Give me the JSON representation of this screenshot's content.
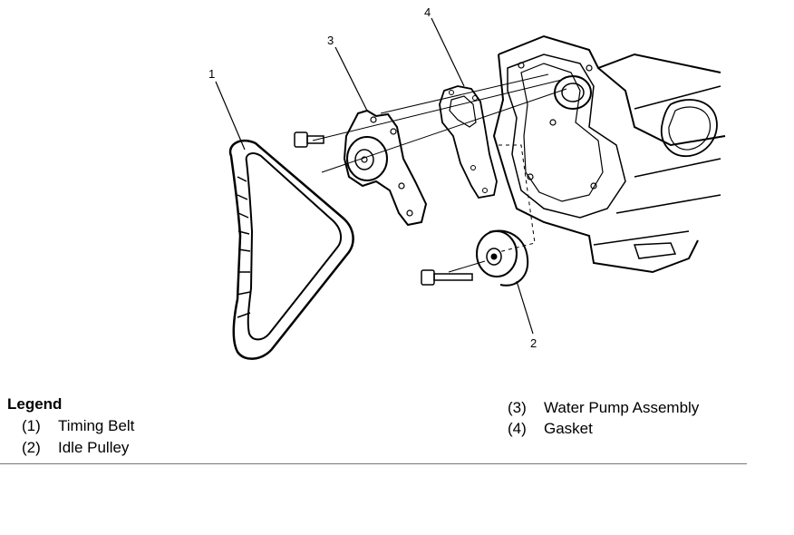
{
  "callouts": {
    "c1": "1",
    "c2": "2",
    "c3": "3",
    "c4": "4"
  },
  "legend": {
    "title": "Legend",
    "items": [
      {
        "num": "(1)",
        "label": "Timing Belt"
      },
      {
        "num": "(2)",
        "label": "Idle Pulley"
      },
      {
        "num": "(3)",
        "label": "Water Pump Assembly"
      },
      {
        "num": "(4)",
        "label": "Gasket"
      }
    ]
  }
}
